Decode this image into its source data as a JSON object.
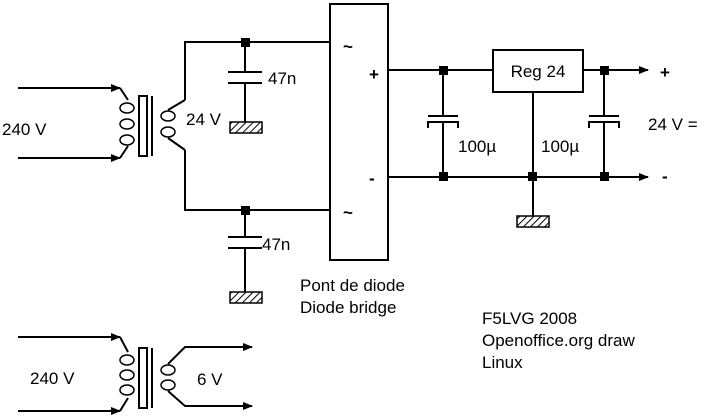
{
  "labels": {
    "input_voltage_main": "240 V",
    "secondary_voltage_main": "24 V",
    "cap_top": "47n",
    "cap_bottom": "47n",
    "bridge_ac_top": "~",
    "bridge_ac_bottom": "~",
    "bridge_plus": "+",
    "bridge_minus": "-",
    "regulator": "Reg 24",
    "cap_in": "100µ",
    "cap_out": "100µ",
    "output_plus": "+",
    "output_minus": "-",
    "output_voltage": "24 V =",
    "bridge_fr": "Pont de diode",
    "bridge_en": "Diode bridge",
    "input_voltage_small": "240 V",
    "secondary_voltage_small": "6 V"
  },
  "credits": {
    "line1": "F5LVG 2008",
    "line2": "Openoffice.org draw",
    "line3": "Linux"
  }
}
